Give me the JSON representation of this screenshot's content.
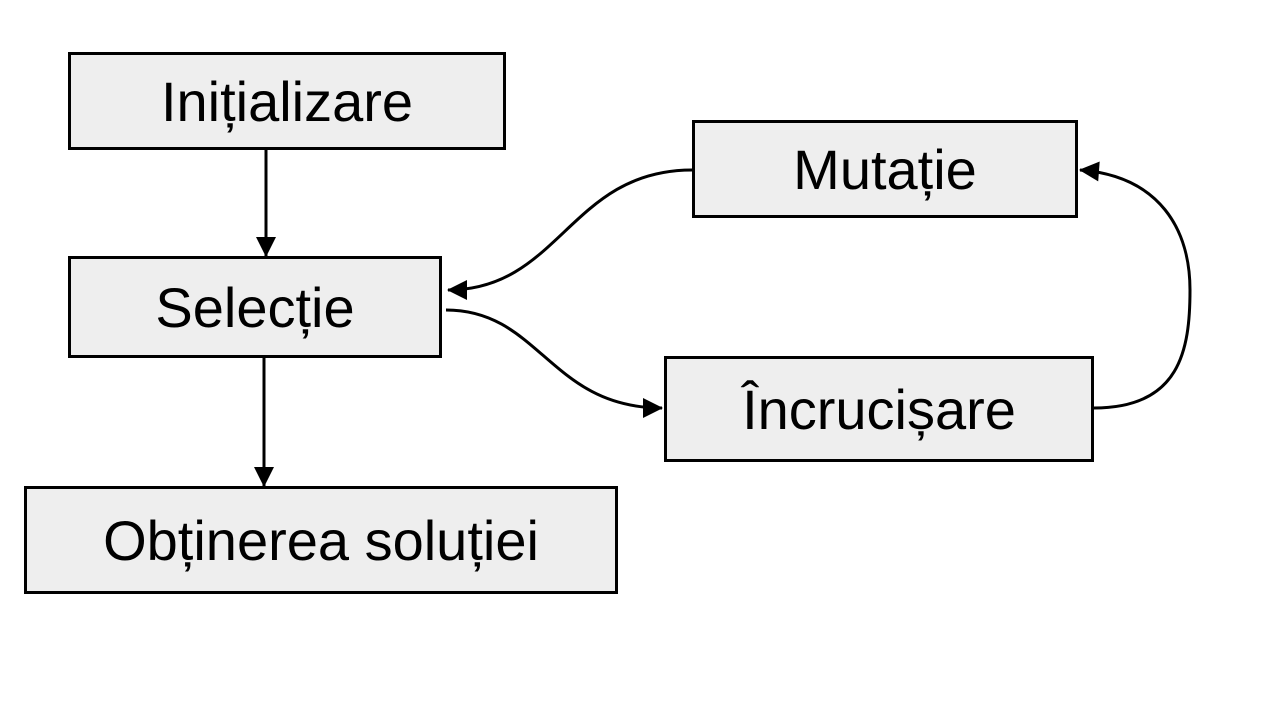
{
  "nodes": {
    "init": "Inițializare",
    "selection": "Selecție",
    "solution": "Obținerea soluției",
    "mutation": "Mutație",
    "crossover": "Încrucișare"
  },
  "colors": {
    "node_fill": "#eeeeee",
    "stroke": "#000000",
    "background": "#ffffff"
  },
  "edges": [
    {
      "from": "Inițializare",
      "to": "Selecție"
    },
    {
      "from": "Selecție",
      "to": "Obținerea soluției"
    },
    {
      "from": "Selecție",
      "to": "Încrucișare"
    },
    {
      "from": "Încrucișare",
      "to": "Mutație"
    },
    {
      "from": "Mutație",
      "to": "Selecție"
    }
  ]
}
